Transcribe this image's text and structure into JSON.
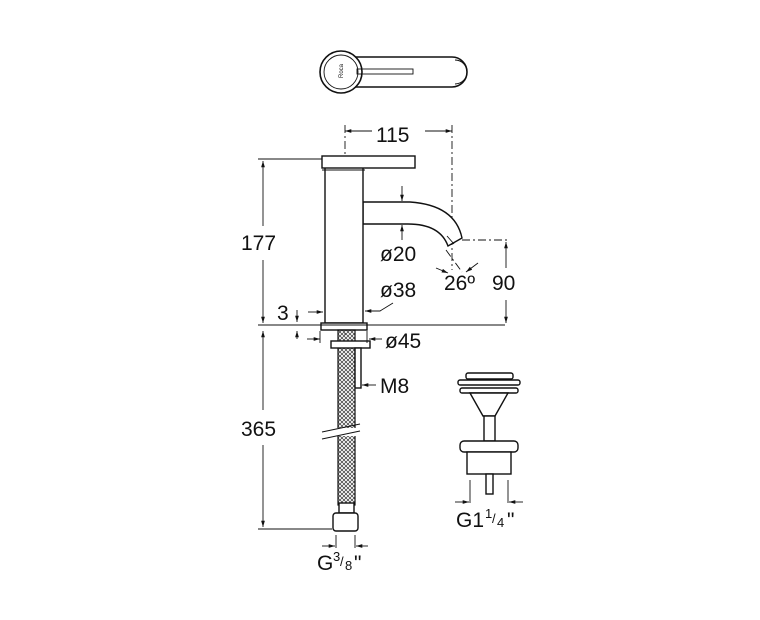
{
  "top_view": {
    "logo_text": "Roca"
  },
  "dimensions": {
    "reach": "115",
    "height": "177",
    "spout_diameter": "ø20",
    "body_diameter": "ø38",
    "spout_angle": "26º",
    "spout_height": "90",
    "flange_thickness": "3",
    "base_diameter": "ø45",
    "stud_thread": "M8",
    "hose_length": "365",
    "hose_connection": {
      "prefix": "G",
      "num": "3",
      "den": "8",
      "suffix": "\""
    },
    "waste_connection": {
      "prefix": "G1",
      "num": "1",
      "den": "4",
      "suffix": "\""
    }
  }
}
